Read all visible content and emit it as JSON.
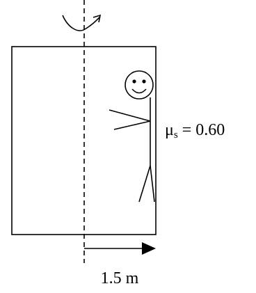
{
  "figure": {
    "friction": {
      "symbol": "μ",
      "subscript": "s",
      "equals": " = ",
      "value": "0.60"
    },
    "radius_label": "1.5 m"
  },
  "colors": {
    "ink": "#000000",
    "background": "#ffffff"
  }
}
